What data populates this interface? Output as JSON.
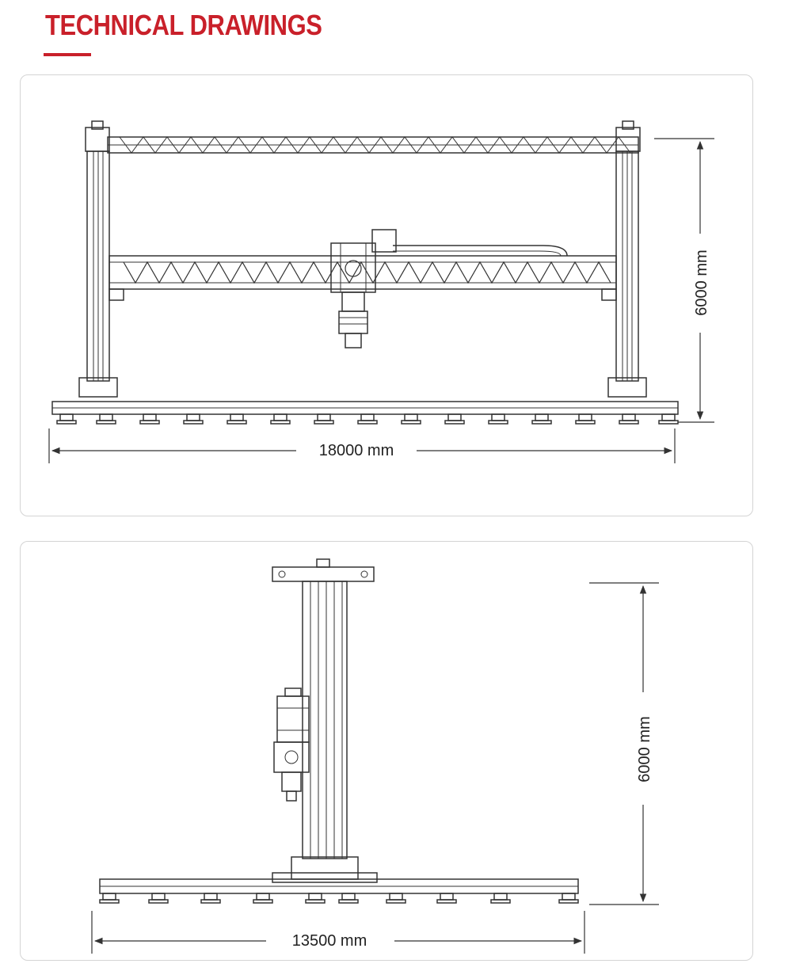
{
  "header": {
    "title": "TECHNICAL DRAWINGS",
    "accent_color": "#c9202a"
  },
  "drawings": {
    "front": {
      "width_label": "18000 mm",
      "height_label": "6000 mm"
    },
    "side": {
      "width_label": "13500 mm",
      "height_label": "6000 mm"
    }
  }
}
